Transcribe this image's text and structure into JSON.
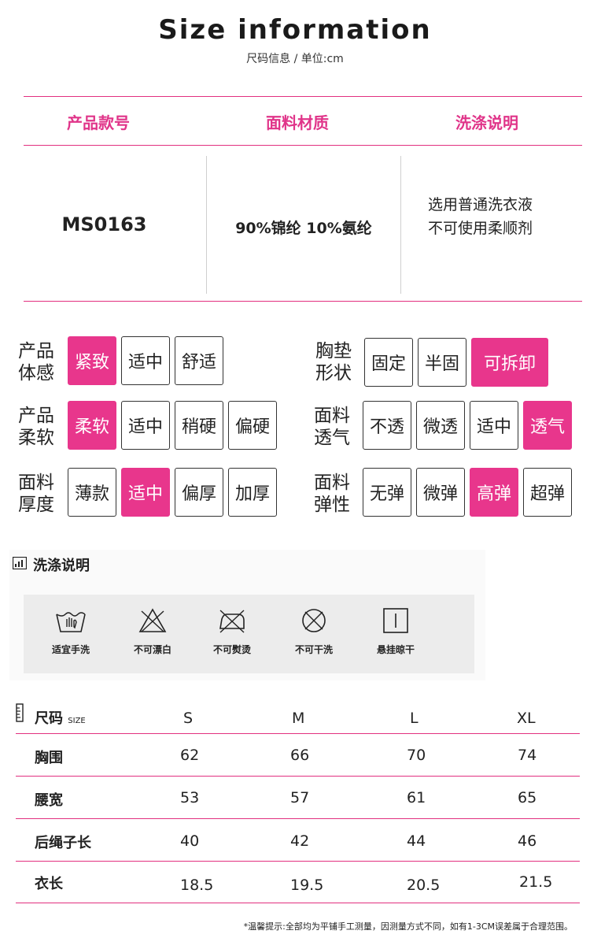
{
  "header": {
    "title": "Size information",
    "subtitle": "尺码信息 / 单位:cm"
  },
  "product": {
    "headers": [
      "产品款号",
      "面料材质",
      "洗涤说明"
    ],
    "model": "MS0163",
    "material": "90%锦纶 10%氨纶",
    "wash_line1": "选用普通洗衣液",
    "wash_line2": "不可使用柔顺剂"
  },
  "attributes": {
    "left": [
      {
        "label1": "产品",
        "label2": "体感",
        "options": [
          "紧致",
          "适中",
          "舒适"
        ],
        "selected": 0
      },
      {
        "label1": "产品",
        "label2": "柔软",
        "options": [
          "柔软",
          "适中",
          "稍硬",
          "偏硬"
        ],
        "selected": 0
      },
      {
        "label1": "面料",
        "label2": "厚度",
        "options": [
          "薄款",
          "适中",
          "偏厚",
          "加厚"
        ],
        "selected": 1
      }
    ],
    "right": [
      {
        "label1": "胸垫",
        "label2": "形状",
        "options": [
          "固定",
          "半固",
          "可拆卸"
        ],
        "selected": 2
      },
      {
        "label1": "面料",
        "label2": "透气",
        "options": [
          "不透",
          "微透",
          "适中",
          "透气"
        ],
        "selected": 3
      },
      {
        "label1": "面料",
        "label2": "弹性",
        "options": [
          "无弹",
          "微弹",
          "高弹",
          "超弹"
        ],
        "selected": 2
      }
    ]
  },
  "wash": {
    "title": "洗涤说明",
    "items": [
      {
        "label": "适宜手洗",
        "icon": "hand-wash-icon"
      },
      {
        "label": "不可漂白",
        "icon": "no-bleach-icon"
      },
      {
        "label": "不可熨烫",
        "icon": "no-iron-icon"
      },
      {
        "label": "不可干洗",
        "icon": "no-dry-clean-icon"
      },
      {
        "label": "悬挂晾干",
        "icon": "hang-dry-icon"
      }
    ]
  },
  "size_table": {
    "label": "尺码",
    "label_small": "SIZE",
    "columns": [
      "S",
      "M",
      "L",
      "XL"
    ],
    "rows": [
      {
        "name": "胸围",
        "values": [
          "62",
          "66",
          "70",
          "74"
        ]
      },
      {
        "name": "腰宽",
        "values": [
          "53",
          "57",
          "61",
          "65"
        ]
      },
      {
        "name": "后绳子长",
        "values": [
          "40",
          "42",
          "44",
          "46"
        ]
      },
      {
        "name": "衣长",
        "values": [
          "18.5",
          "19.5",
          "20.5",
          "21.5"
        ]
      }
    ]
  },
  "footnote": "*温馨提示:全部均为平铺手工测量，因测量方式不同，如有1-3CM误差属于合理范围。",
  "colors": {
    "accent": "#e8368c",
    "line": "#e2307f"
  }
}
